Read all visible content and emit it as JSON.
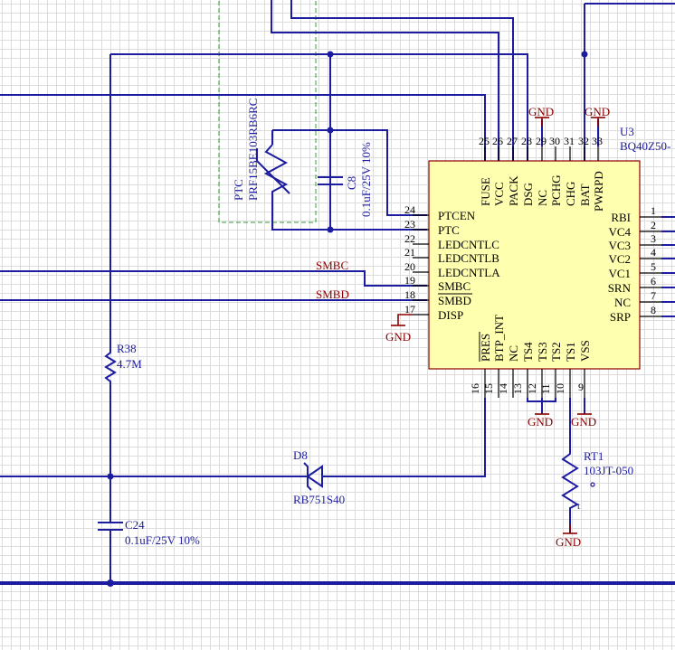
{
  "ic": {
    "designator": "U3",
    "part": "BQ40Z50-",
    "top_pins": [
      {
        "num": "25",
        "name": "FUSE"
      },
      {
        "num": "26",
        "name": "VCC"
      },
      {
        "num": "27",
        "name": "PACK"
      },
      {
        "num": "28",
        "name": "DSG"
      },
      {
        "num": "29",
        "name": "NC"
      },
      {
        "num": "30",
        "name": "PCHG"
      },
      {
        "num": "31",
        "name": "CHG"
      },
      {
        "num": "32",
        "name": "BAT"
      },
      {
        "num": "33",
        "name": "PWRPD"
      }
    ],
    "left_pins": [
      {
        "num": "24",
        "name": "PTCEN"
      },
      {
        "num": "23",
        "name": "PTC"
      },
      {
        "num": "22",
        "name": "LEDCNTLC"
      },
      {
        "num": "21",
        "name": "LEDCNTLB"
      },
      {
        "num": "20",
        "name": "LEDCNTLA"
      },
      {
        "num": "19",
        "name": "SMBC"
      },
      {
        "num": "18",
        "name": "SMBD"
      },
      {
        "num": "17",
        "name": "DISP"
      }
    ],
    "right_pins": [
      {
        "num": "1",
        "name": "RBI"
      },
      {
        "num": "2",
        "name": "VC4"
      },
      {
        "num": "3",
        "name": "VC3"
      },
      {
        "num": "4",
        "name": "VC2"
      },
      {
        "num": "5",
        "name": "VC1"
      },
      {
        "num": "6",
        "name": "SRN"
      },
      {
        "num": "7",
        "name": "NC"
      },
      {
        "num": "8",
        "name": "SRP"
      }
    ],
    "bottom_pins": [
      {
        "num": "16",
        "name": "PRES"
      },
      {
        "num": "15",
        "name": "BTP_INT"
      },
      {
        "num": "14",
        "name": "NC"
      },
      {
        "num": "13",
        "name": "TS4"
      },
      {
        "num": "12",
        "name": "TS3"
      },
      {
        "num": "11",
        "name": "TS2"
      },
      {
        "num": "10",
        "name": "TS1"
      },
      {
        "num": "9",
        "name": "VSS"
      }
    ]
  },
  "components": {
    "ptc": {
      "designator": "PTC",
      "part": "PRF15BE103RB6RC"
    },
    "c8": {
      "designator": "C8",
      "value": "0.1uF/25V 10%"
    },
    "r38": {
      "designator": "R38",
      "value": "4.7M"
    },
    "d8": {
      "designator": "D8",
      "part": "RB751S40"
    },
    "c24": {
      "designator": "C24",
      "value": "0.1uF/25V 10%"
    },
    "rt1": {
      "designator": "RT1",
      "part": "103JT-050",
      "extra": "t"
    }
  },
  "nets": {
    "smbc": "SMBC",
    "smbd": "SMBD",
    "gnd": "GND"
  },
  "colors": {
    "wire": "#1c1ca0",
    "ic_fill": "#ffffb0",
    "ic_border": "#8b0000",
    "power_port": "#8b0000",
    "ptc_outline": "#2ca02c"
  }
}
